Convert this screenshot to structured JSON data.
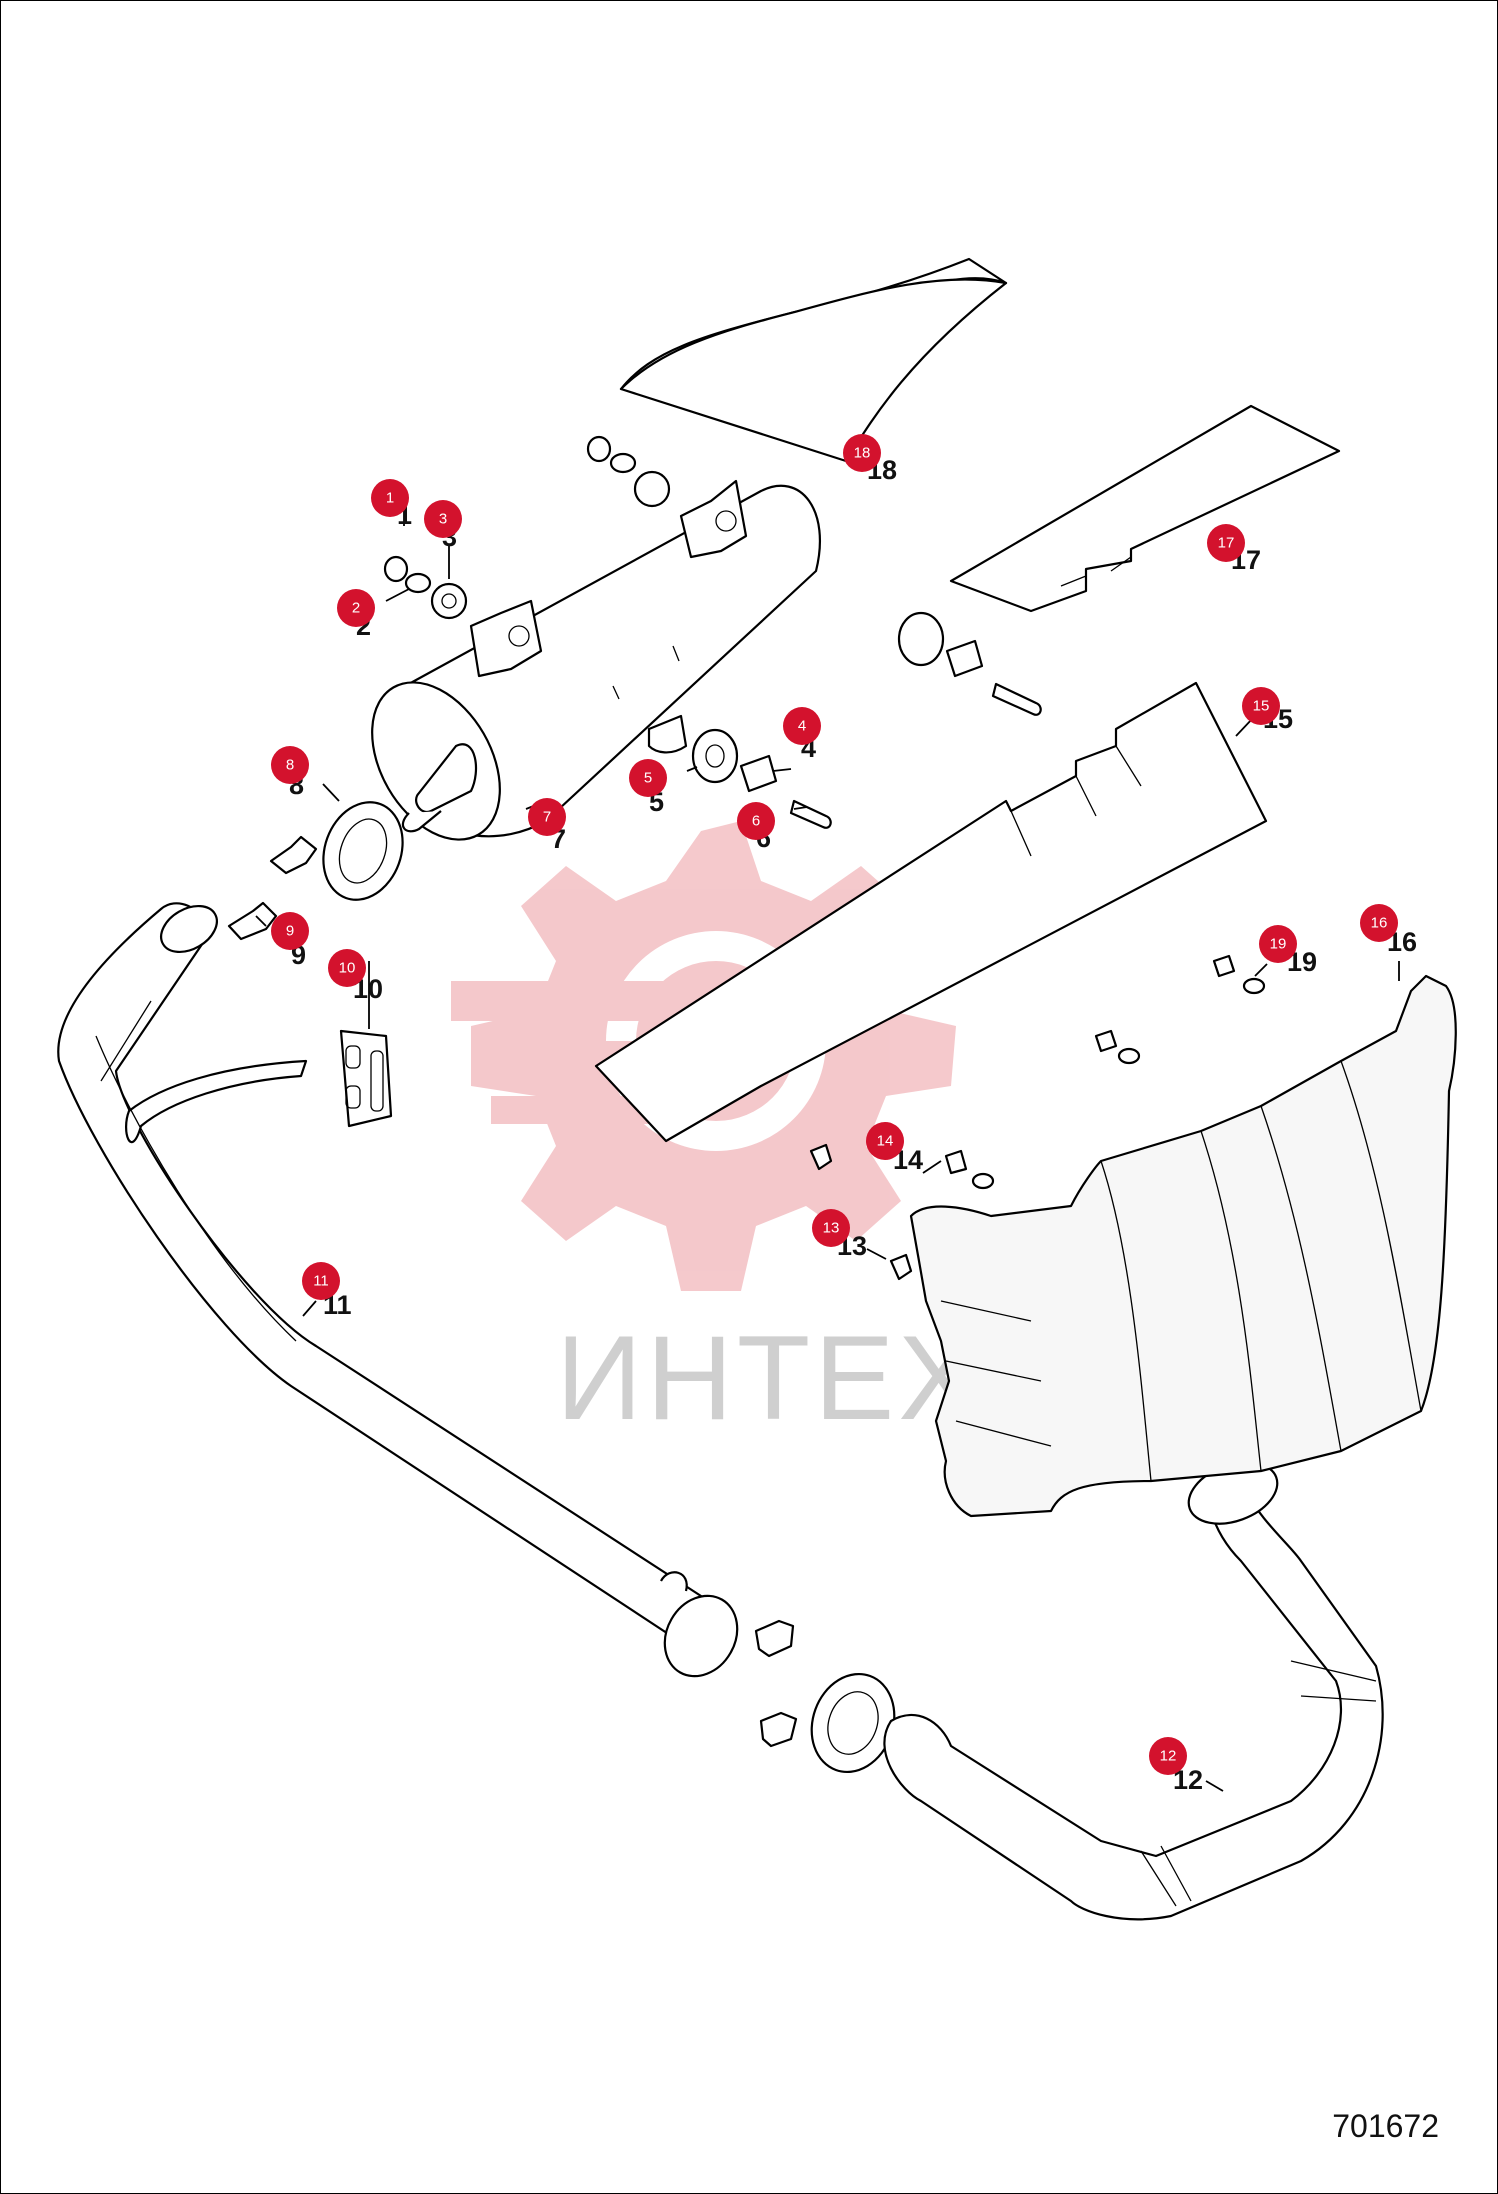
{
  "watermark": {
    "text": "ИНТЕХ",
    "color": "#f4c6c9"
  },
  "document_number": "701672",
  "badge_color": "#d3122d",
  "callouts": [
    {
      "id": "1",
      "label": "1"
    },
    {
      "id": "2",
      "label": "2"
    },
    {
      "id": "3",
      "label": "3"
    },
    {
      "id": "4",
      "label": "4"
    },
    {
      "id": "5",
      "label": "5"
    },
    {
      "id": "6",
      "label": "6"
    },
    {
      "id": "7",
      "label": "7"
    },
    {
      "id": "8",
      "label": "8"
    },
    {
      "id": "9",
      "label": "9"
    },
    {
      "id": "10",
      "label": "10"
    },
    {
      "id": "11",
      "label": "11"
    },
    {
      "id": "12",
      "label": "12"
    },
    {
      "id": "13",
      "label": "13"
    },
    {
      "id": "14",
      "label": "14"
    },
    {
      "id": "15",
      "label": "15"
    },
    {
      "id": "16",
      "label": "16"
    },
    {
      "id": "17",
      "label": "17"
    },
    {
      "id": "18",
      "label": "18"
    },
    {
      "id": "19",
      "label": "19"
    }
  ]
}
